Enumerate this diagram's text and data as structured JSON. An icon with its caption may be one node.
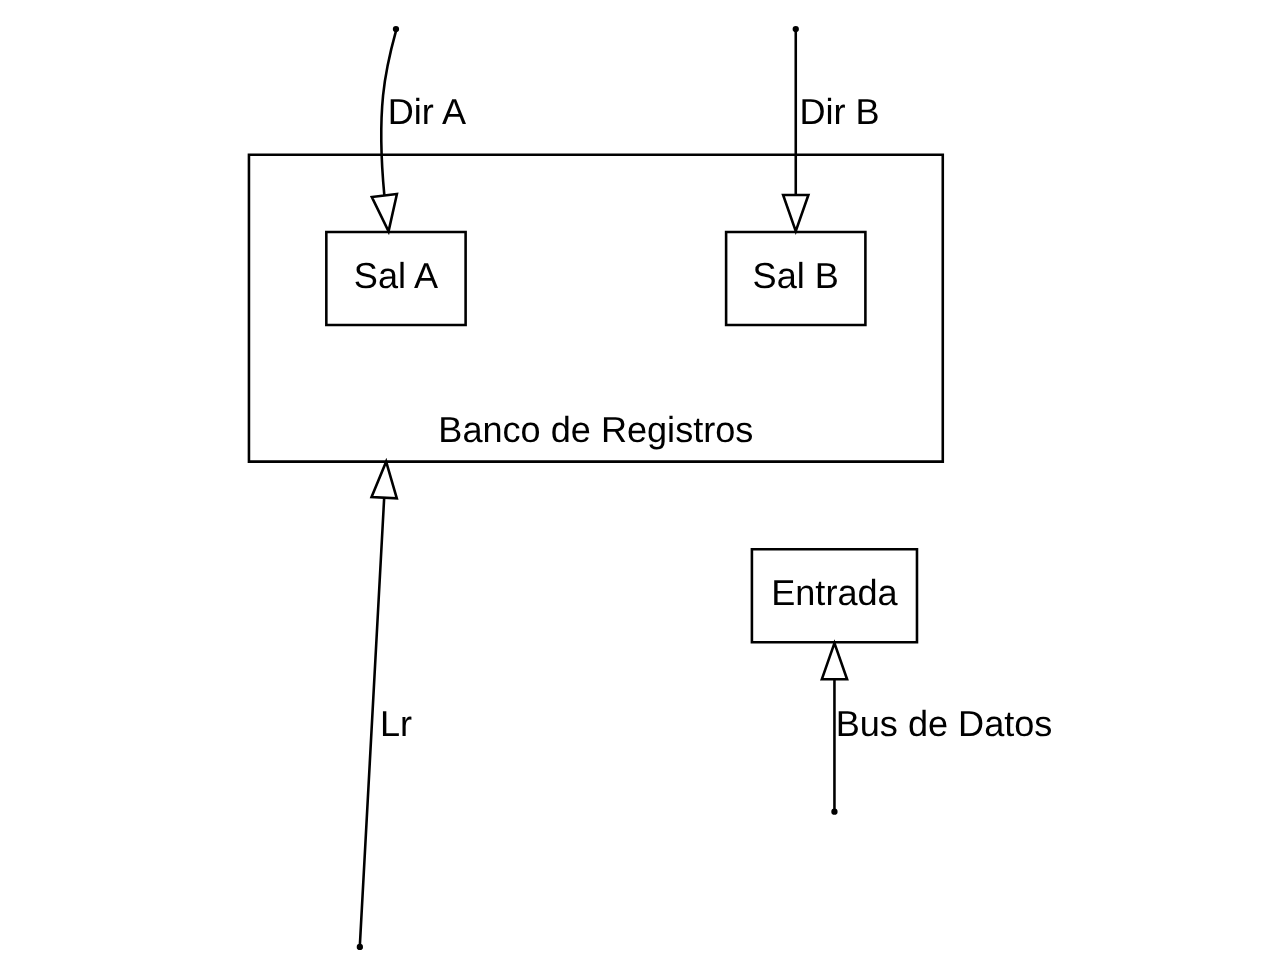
{
  "diagram": {
    "nodes": [
      {
        "text": [
          "Banco de Registros"
        ]
      },
      {
        "text": [
          "Sal A"
        ],
        "in": 0
      },
      {
        "text": [
          "Sal B"
        ],
        "in": 0
      },
      {
        "text": [
          "Entrada"
        ]
      }
    ],
    "edges": [
      {
        "from": null,
        "to": 1,
        "arrow": "to",
        "label": "Dir A"
      },
      {
        "from": null,
        "to": 2,
        "arrow": "to",
        "label": "Dir B"
      },
      {
        "from": null,
        "to": 3,
        "arrow": "to",
        "label": "Bus de Datos"
      },
      {
        "from": null,
        "to": 0,
        "arrow": "to",
        "label": "Lr"
      }
    ]
  }
}
